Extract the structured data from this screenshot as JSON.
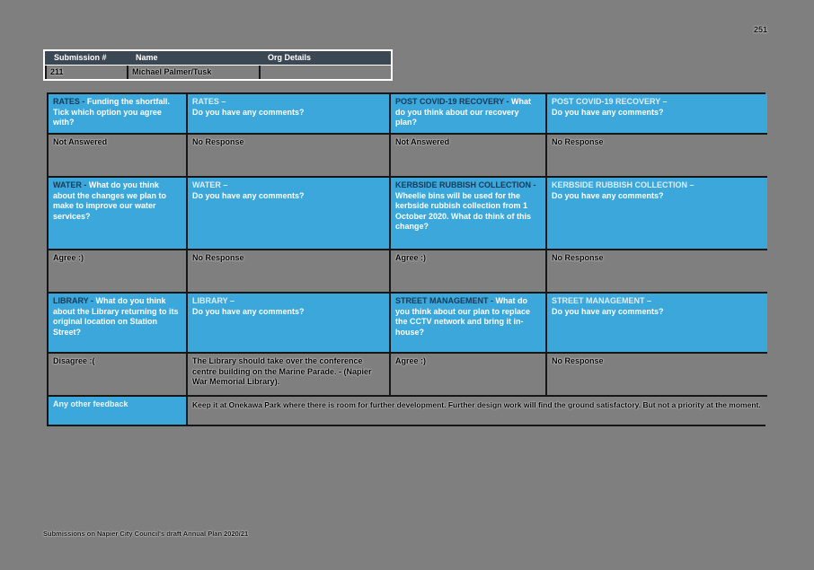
{
  "page": {
    "page_number": "251",
    "footer": "Submissions on Napier City Council's draft Annual Plan 2020/21"
  },
  "colors": {
    "page_gray": "#7f7f7f",
    "accent_blue": "#3ba7da",
    "header_slate": "#3c4754",
    "topic_dark": "#163a5a",
    "border_black": "#161616"
  },
  "submission_table": {
    "headers": [
      "Submission #",
      "Name",
      "Org Details"
    ],
    "row": {
      "submission_number": "211",
      "name": "Michael Palmer/Tusk",
      "org_details": ""
    }
  },
  "qa": {
    "sections": [
      {
        "questions": [
          {
            "topic": "RATES -",
            "q": "Funding the shortfall. Tick which option you agree with?"
          },
          {
            "topic": "RATES –",
            "q": "Do you have any comments?"
          },
          {
            "topic": "POST COVID-19 RECOVERY -",
            "q": "What do you think about our recovery plan?"
          },
          {
            "topic": "POST COVID-19 RECOVERY –",
            "q": "Do you have any comments?"
          }
        ],
        "answers": [
          "Not Answered",
          "No Response",
          "Not Answered",
          "No Response"
        ]
      },
      {
        "questions": [
          {
            "topic": "WATER -",
            "q": "What do you think about the changes we plan to make to improve our water services?"
          },
          {
            "topic": "WATER –",
            "q": "Do you have any comments?"
          },
          {
            "topic": "KERBSIDE RUBBISH COLLECTION -",
            "q": "Wheelie bins will be used for the kerbside rubbish collection from 1 October 2020. What do think of this change?"
          },
          {
            "topic": "KERBSIDE RUBBISH COLLECTION –",
            "q": "Do you have any comments?"
          }
        ],
        "answers": [
          "Agree :)",
          "No Response",
          "Agree :)",
          "No Response"
        ]
      },
      {
        "questions": [
          {
            "topic": "LIBRARY -",
            "q": "What do you think about the Library returning to its original location on Station Street?"
          },
          {
            "topic": "LIBRARY –",
            "q": "Do you have any comments?"
          },
          {
            "topic": "STREET MANAGEMENT -",
            "q": "What do you think about our plan to replace the CCTV network and bring it in-house?"
          },
          {
            "topic": "STREET MANAGEMENT –",
            "q": "Do you have any comments?"
          }
        ],
        "answers": [
          "Disagree :(",
          "The Library should take over the conference centre building on the Marine Parade. - (Napier War Memorial Library).",
          "Agree :)",
          "No Response"
        ]
      }
    ],
    "feedback": {
      "label": "Any other feedback",
      "text": "Keep it at Onekawa Park where there is room for further development. Further design work will find the ground satisfactory. But not a priority at the moment."
    }
  }
}
